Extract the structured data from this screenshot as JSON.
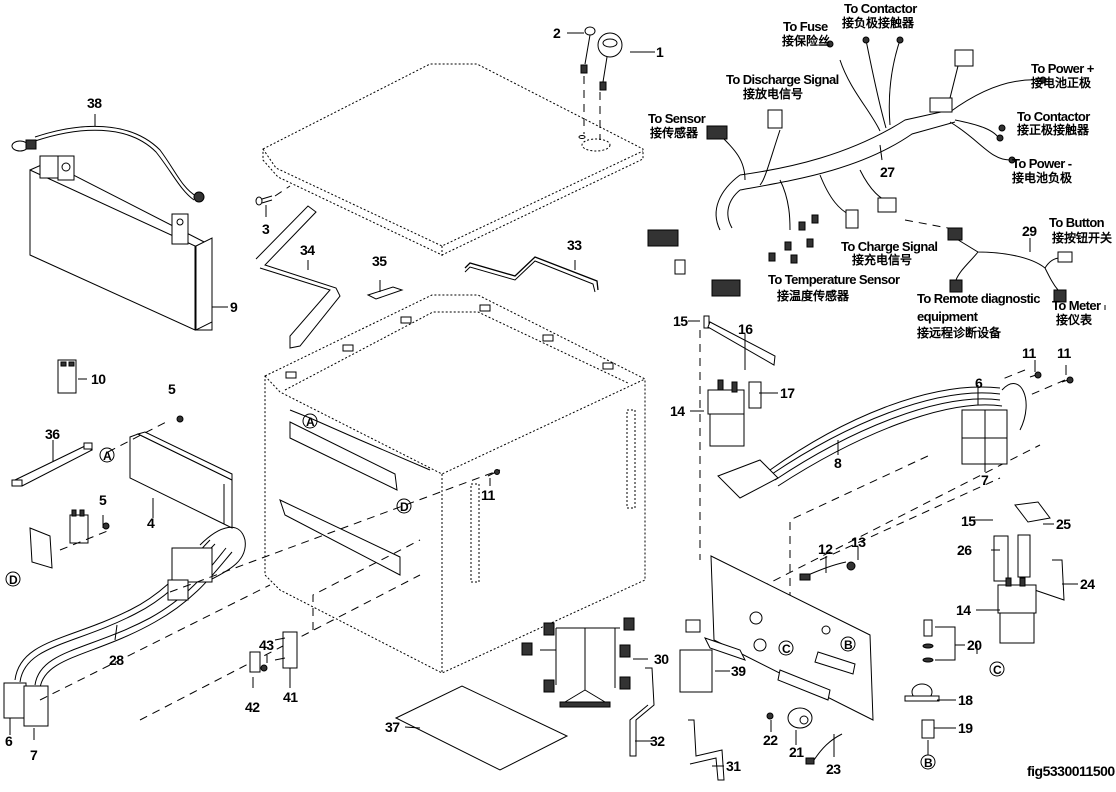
{
  "figure": {
    "id": "fig5330011500",
    "description": "Exploded parts diagram - battery box electrical assembly"
  },
  "callouts": {
    "c1": "1",
    "c2": "2",
    "c3": "3",
    "c4": "4",
    "c5a": "5",
    "c5b": "5",
    "c6a": "6",
    "c6b": "6",
    "c7a": "7",
    "c7b": "7",
    "c8": "8",
    "c9": "9",
    "c10": "10",
    "c11a": "11",
    "c11b": "11",
    "c11c": "11",
    "c12": "12",
    "c13": "13",
    "c14a": "14",
    "c14b": "14",
    "c15a": "15",
    "c15b": "15",
    "c16": "16",
    "c17": "17",
    "c18": "18",
    "c19": "19",
    "c20": "20",
    "c21": "21",
    "c22": "22",
    "c23": "23",
    "c24": "24",
    "c25": "25",
    "c26": "26",
    "c27": "27",
    "c28": "28",
    "c29": "29",
    "c30": "30",
    "c31": "31",
    "c32": "32",
    "c33": "33",
    "c34": "34",
    "c35": "35",
    "c36": "36",
    "c37": "37",
    "c38": "38",
    "c39": "39",
    "c41": "41",
    "c42": "42",
    "c43": "43"
  },
  "refs": {
    "A": "A",
    "B": "B",
    "C": "C",
    "D": "D"
  },
  "harness_labels": {
    "fuse": {
      "en": "To Fuse",
      "cn": "接保险丝"
    },
    "contactor_neg": {
      "en": "To Contactor",
      "cn": "接负极接触器"
    },
    "discharge": {
      "en": "To Discharge Signal",
      "cn": "接放电信号"
    },
    "sensor": {
      "en": "To Sensor",
      "cn": "接传感器"
    },
    "power_pos": {
      "en": "To Power +",
      "cn": "接电池正极"
    },
    "contactor_pos": {
      "en": "To Contactor",
      "cn": "接正极接触器"
    },
    "power_neg": {
      "en": "To Power -",
      "cn": "接电池负极"
    },
    "charge": {
      "en": "To Charge Signal",
      "cn": "接充电信号"
    },
    "temperature": {
      "en": "To Temperature Sensor",
      "cn": "接温度传感器"
    },
    "button": {
      "en": "To Button",
      "cn": "接按钮开关"
    },
    "remote": {
      "en1": "To Remote diagnostic",
      "en2": "equipment",
      "cn": "接远程诊断设备"
    },
    "meter": {
      "en": "To Meter",
      "cn": "接仪表"
    }
  }
}
